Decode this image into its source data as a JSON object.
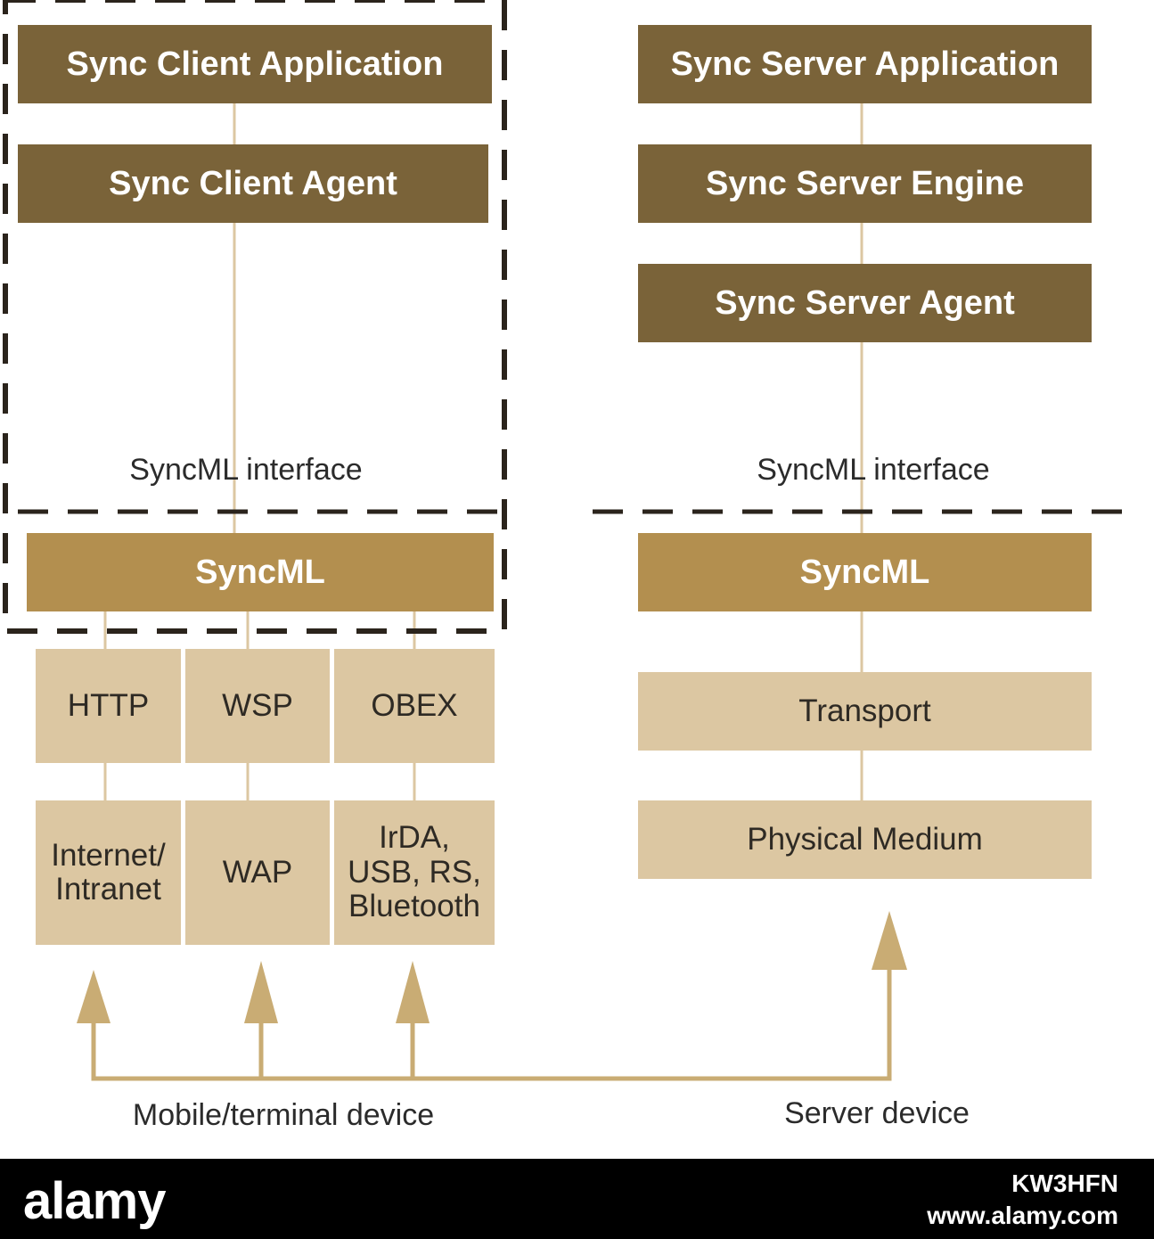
{
  "client": {
    "application": "Sync Client Application",
    "agent": "Sync Client Agent",
    "interface_label": "SyncML interface",
    "syncml": "SyncML",
    "transports": [
      "HTTP",
      "WSP",
      "OBEX"
    ],
    "media": [
      "Internet/\nIntranet",
      "WAP",
      "IrDA,\nUSB, RS,\nBluetooth"
    ],
    "device_label": "Mobile/terminal device"
  },
  "server": {
    "application": "Sync Server Application",
    "engine": "Sync Server Engine",
    "agent": "Sync Server Agent",
    "interface_label": "SyncML interface",
    "syncml": "SyncML",
    "transport": "Transport",
    "medium": "Physical Medium",
    "device_label": "Server device"
  },
  "footer": {
    "brand": "alamy",
    "image_code": "KW3HFN",
    "site": "www.alamy.com"
  },
  "colors": {
    "dark_box": "#7a6339",
    "syncml_box": "#b38f4f",
    "light_box": "#dcc7a2",
    "arrow": "#c9ac74",
    "dashed_line": "#2b241c"
  }
}
